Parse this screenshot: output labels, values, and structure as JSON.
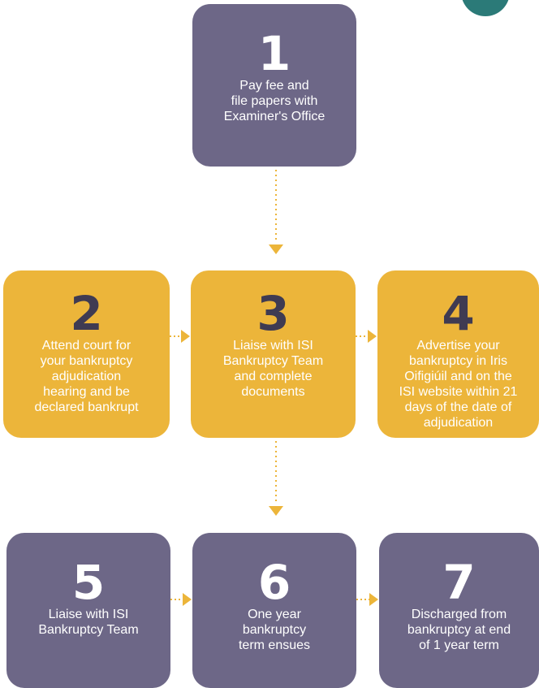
{
  "colors": {
    "purple": "#6d6787",
    "gold": "#ecb53a",
    "arrow": "#ecb53a",
    "decor": "#2b7a78"
  },
  "steps": [
    {
      "number": "1",
      "text": "Pay fee and\nfile papers with\nExaminer's Office"
    },
    {
      "number": "2",
      "text": "Attend court for\nyour bankruptcy\nadjudication\nhearing and be\ndeclared bankrupt"
    },
    {
      "number": "3",
      "text": "Liaise with ISI\nBankruptcy Team\nand complete\ndocuments"
    },
    {
      "number": "4",
      "text": "Advertise your\nbankruptcy in Iris\nOifigiúil and on the\nISI website within 21\ndays of the date of\nadjudication"
    },
    {
      "number": "5",
      "text": "Liaise with ISI\nBankruptcy Team"
    },
    {
      "number": "6",
      "text": "One year\nbankruptcy\nterm ensues"
    },
    {
      "number": "7",
      "text": "Discharged from\nbankruptcy at end\nof 1 year term"
    }
  ]
}
